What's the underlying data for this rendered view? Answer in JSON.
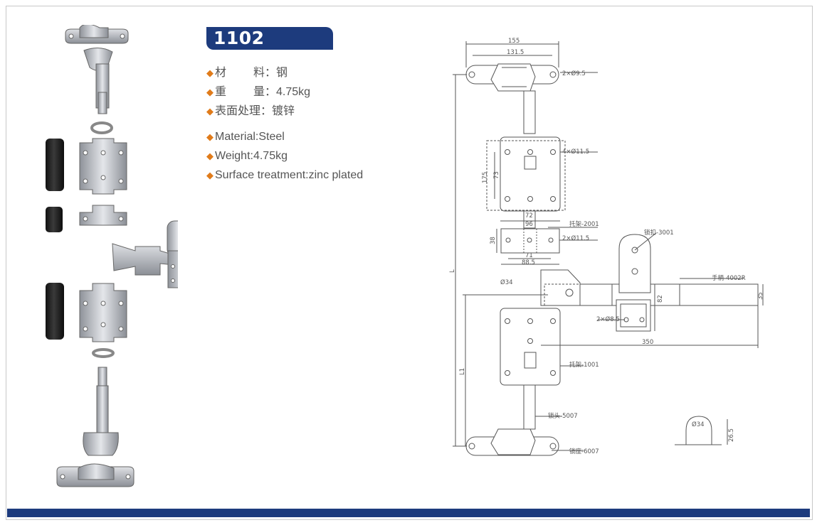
{
  "product": {
    "code": "1102"
  },
  "specs_cn": [
    {
      "label_a": "材",
      "label_b": "料：",
      "value": "钢"
    },
    {
      "label_a": "重",
      "label_b": "量：",
      "value": "4.75kg"
    },
    {
      "label_full": "表面处理：",
      "value": "镀锌"
    }
  ],
  "specs_en": [
    {
      "text": "Material:Steel"
    },
    {
      "text": "Weight:4.75kg"
    },
    {
      "text": "Surface treatment:zinc plated"
    }
  ],
  "drawing": {
    "dims": {
      "d155": "155",
      "d131": "131.5",
      "d2x95": "2×Ø9.5",
      "d4x115": "4×Ø11.5",
      "d175": "175",
      "d73": "73",
      "d72": "72",
      "d96": "96",
      "d38": "38",
      "d2x115": "2×Ø11.5",
      "d71": "71",
      "d885": "88.5",
      "dL": "L",
      "dL1": "L1",
      "d34": "Ø34",
      "d2x85": "2×Ø8.5",
      "d82": "82",
      "d350": "350",
      "d35": "35",
      "d34b": "Ø34",
      "d265": "26.5"
    },
    "callouts": {
      "p2001": "托架-2001",
      "p3001": "锁扣-3001",
      "p4002": "手柄-4002R",
      "p1001": "托架-1001",
      "p5007": "锁头-5007",
      "p6007": "锁座-6007"
    }
  },
  "colors": {
    "brand_blue": "#1d3b7d",
    "bullet_orange": "#e07b1a",
    "text_gray": "#555555",
    "metal": "#b9bcc2",
    "rubber": "#1b1b1b"
  }
}
